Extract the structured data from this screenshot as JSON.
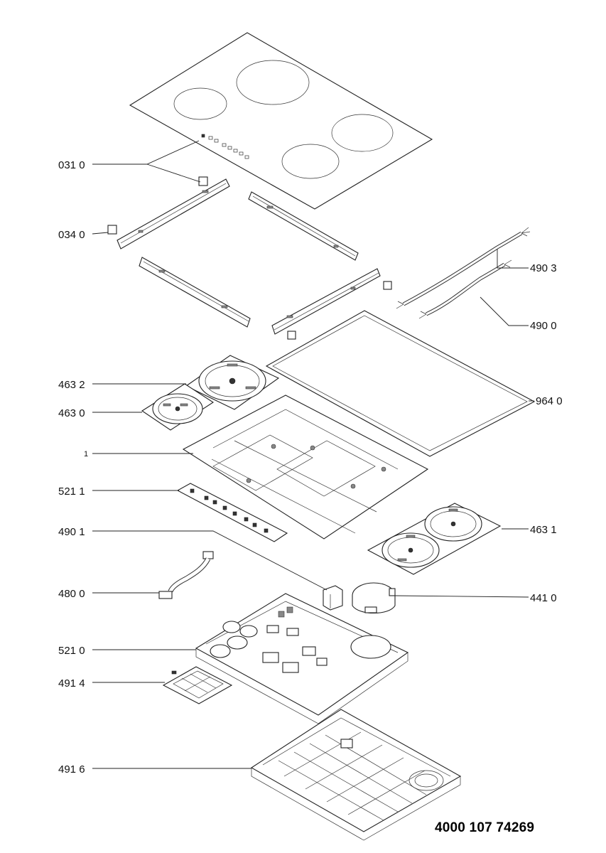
{
  "labels": {
    "l0310": "031 0",
    "l0340": "034 0",
    "l4903": "490 3",
    "l4900": "490 0",
    "l4632": "463 2",
    "l4630": "463 0",
    "l9640": "964 0",
    "l1": "1",
    "l5211": "521 1",
    "l4901": "490 1",
    "l4631": "463 1",
    "l4800": "480 0",
    "l4410": "441 0",
    "l5210": "521 0",
    "l4914": "491 4",
    "l4916": "491 6"
  },
  "document_number": "4000 107 74269"
}
